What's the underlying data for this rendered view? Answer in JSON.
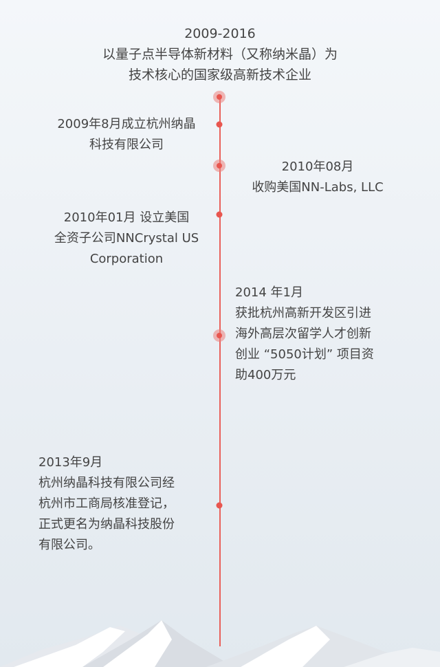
{
  "header": {
    "period": "2009-2016",
    "line1": "以量子点半导体新材料（又称纳米晶）为",
    "line2": "技术核心的国家级高新技术企业"
  },
  "events": [
    {
      "lines": [
        "2009年8月成立杭州纳晶",
        "科技有限公司"
      ]
    },
    {
      "lines": [
        "2010年08月",
        "收购美国NN-Labs, LLC"
      ]
    },
    {
      "lines": [
        "2010年01月 设立美国",
        "全资子公司NNCrystal US",
        "Corporation"
      ]
    },
    {
      "lines": [
        "2014 年1月",
        "获批杭州高新开发区引进",
        "海外高层次留学人才创新",
        "创业 “5050计划” 项目资",
        "助400万元"
      ]
    },
    {
      "lines": [
        "2013年9月",
        "杭州纳晶科技有限公司经",
        "杭州市工商局核准登记，",
        "正式更名为纳晶科技股份",
        "有限公司。"
      ]
    }
  ]
}
